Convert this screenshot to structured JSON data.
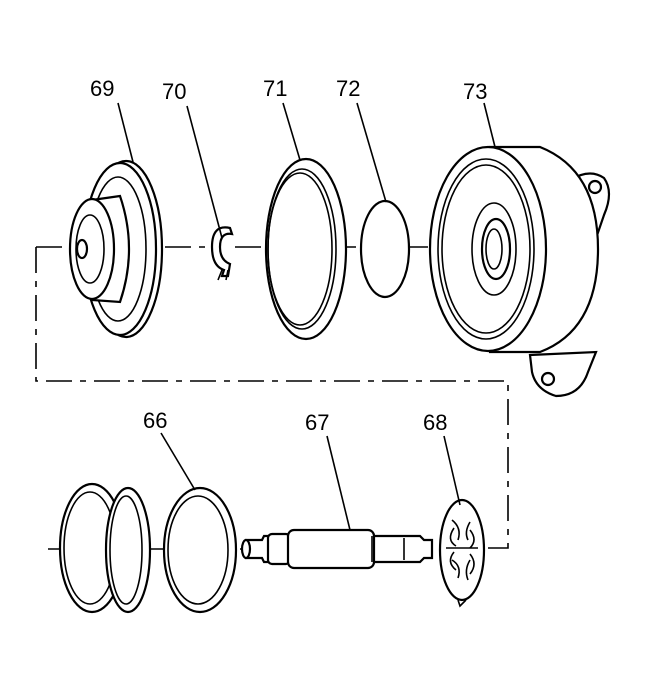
{
  "callouts": {
    "c66": "66",
    "c67": "67",
    "c68": "68",
    "c69": "69",
    "c70": "70",
    "c71": "71",
    "c72": "72",
    "c73": "73"
  }
}
